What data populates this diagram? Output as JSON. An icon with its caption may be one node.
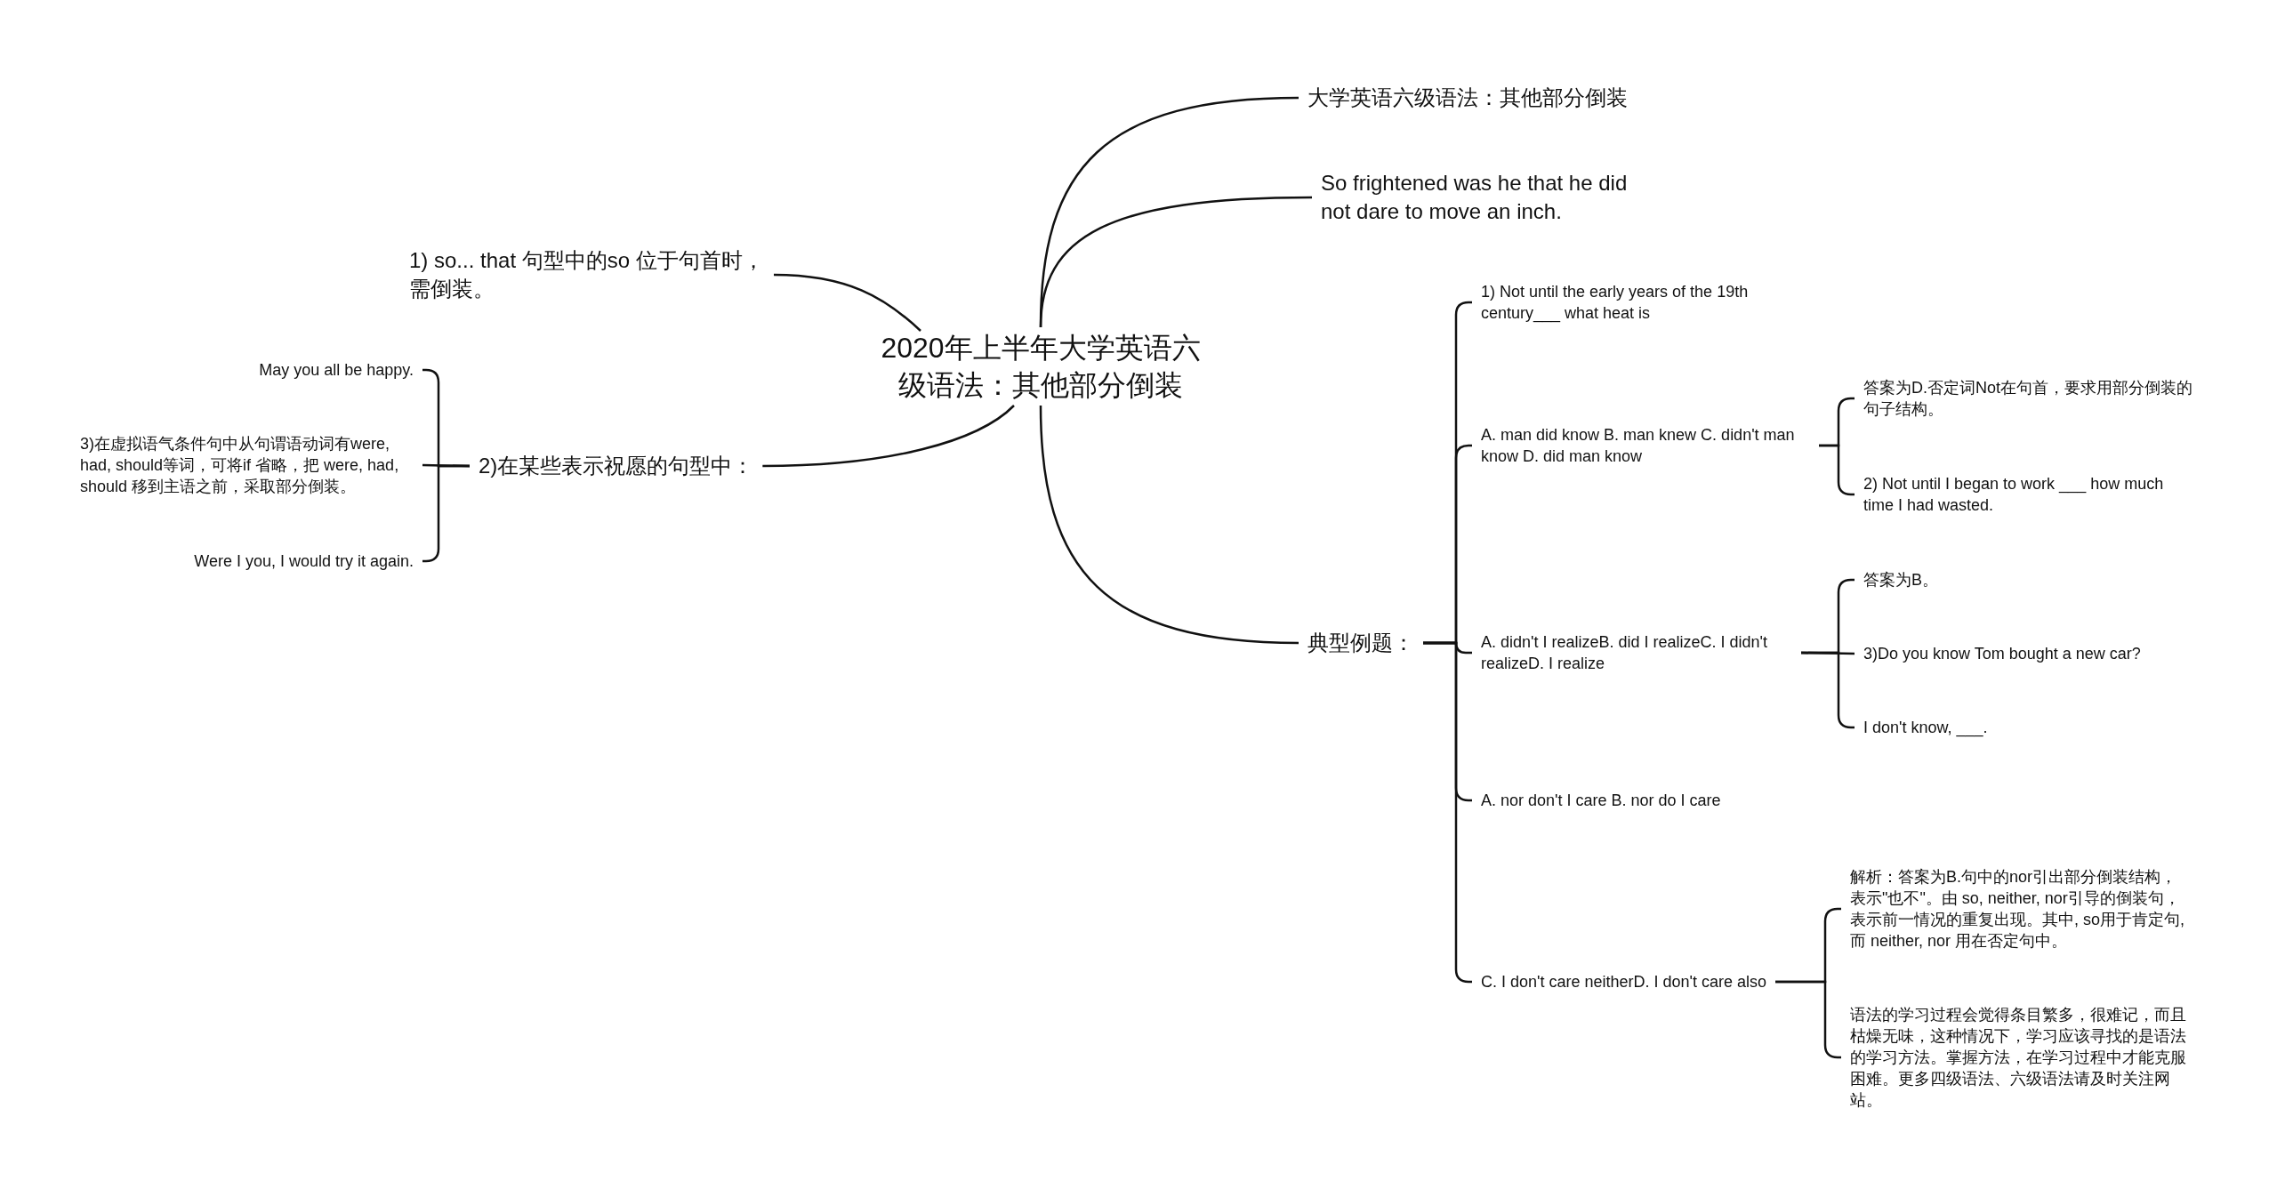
{
  "diagram": {
    "nodes": [
      {
        "text": [
          "2020年上半年大学英语六级语法：其他部分倒装"
        ]
      },
      {
        "text": [
          "大学英语六级语法：其他部分倒装"
        ]
      },
      {
        "text": [
          "So frightened was he that he did not dare to move an inch."
        ]
      },
      {
        "text": [
          "典型例题："
        ]
      },
      {
        "text": [
          "1) so... that 句型中的so 位于句首时，需倒装。"
        ]
      },
      {
        "text": [
          "2)在某些表示祝愿的句型中："
        ]
      },
      {
        "text": [
          "May you all be happy."
        ]
      },
      {
        "text": [
          "3)在虚拟语气条件句中从句谓语动词有were, had, should等词，可将if 省略，把 were, had, should 移到主语之前，采取部分倒装。"
        ]
      },
      {
        "text": [
          "Were I you, I would try it again."
        ]
      },
      {
        "text": [
          "1) Not until the early years of the 19th century___ what heat is"
        ]
      },
      {
        "text": [
          "A. man did know B. man knew C. didn't man know D. did man know"
        ]
      },
      {
        "text": [
          "A. didn't I realizeB. did I realizeC. I didn't realizeD. I realize"
        ]
      },
      {
        "text": [
          "A. nor don't I care B. nor do I care"
        ]
      },
      {
        "text": [
          "C. I don't care neitherD. I don't care also"
        ]
      },
      {
        "text": [
          "答案为D.否定词Not在句首，要求用部分倒装的句子结构。"
        ]
      },
      {
        "text": [
          "2) Not until I began to work ___ how much time I had wasted."
        ]
      },
      {
        "text": [
          "答案为B。"
        ]
      },
      {
        "text": [
          "3)Do you know Tom bought a new car?"
        ]
      },
      {
        "text": [
          "I don't know, ___."
        ]
      },
      {
        "text": [
          "解析：答案为B.句中的nor引出部分倒装结构，表示\"也不\"。由 so, neither, nor引导的倒装句，表示前一情况的重复出现。其中, so用于肯定句, 而 neither, nor 用在否定句中。"
        ]
      },
      {
        "text": [
          "语法的学习过程会觉得条目繁多，很难记，而且枯燥无味，这种情况下，学习应该寻找的是语法的学习方法。掌握方法，在学习过程中才能克服困难。更多四级语法、六级语法请及时关注网站。"
        ]
      }
    ],
    "edges": [
      {
        "from": 0,
        "to": 1,
        "arrow": "none"
      },
      {
        "from": 0,
        "to": 2,
        "arrow": "none"
      },
      {
        "from": 0,
        "to": 3,
        "arrow": "none"
      },
      {
        "from": 0,
        "to": 4,
        "arrow": "none"
      },
      {
        "from": 0,
        "to": 5,
        "arrow": "none"
      },
      {
        "from": 5,
        "to": 6,
        "arrow": "none"
      },
      {
        "from": 5,
        "to": 7,
        "arrow": "none"
      },
      {
        "from": 5,
        "to": 8,
        "arrow": "none"
      },
      {
        "from": 3,
        "to": 9,
        "arrow": "none"
      },
      {
        "from": 3,
        "to": 10,
        "arrow": "none"
      },
      {
        "from": 3,
        "to": 11,
        "arrow": "none"
      },
      {
        "from": 3,
        "to": 12,
        "arrow": "none"
      },
      {
        "from": 3,
        "to": 13,
        "arrow": "none"
      },
      {
        "from": 10,
        "to": 14,
        "arrow": "none"
      },
      {
        "from": 10,
        "to": 15,
        "arrow": "none"
      },
      {
        "from": 11,
        "to": 16,
        "arrow": "none"
      },
      {
        "from": 11,
        "to": 17,
        "arrow": "none"
      },
      {
        "from": 11,
        "to": 18,
        "arrow": "none"
      },
      {
        "from": 13,
        "to": 19,
        "arrow": "none"
      },
      {
        "from": 13,
        "to": 20,
        "arrow": "none"
      }
    ]
  }
}
